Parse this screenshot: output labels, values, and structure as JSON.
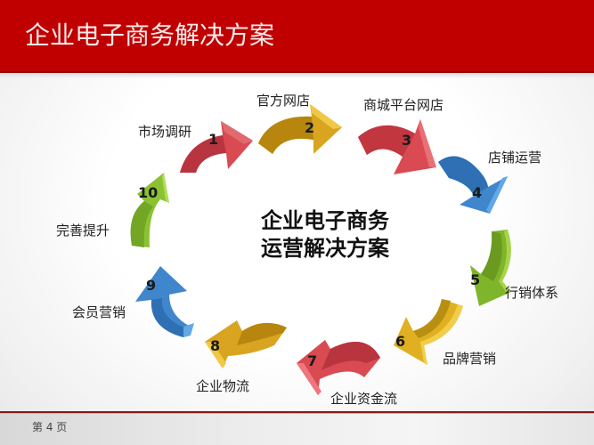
{
  "header": {
    "title": "企业电子商务解决方案"
  },
  "center": {
    "line1": "企业电子商务",
    "line2": "运营解决方案"
  },
  "steps": [
    {
      "number": "1",
      "label": "市场调研",
      "color": "#d9434e"
    },
    {
      "number": "2",
      "label": "官方网店",
      "color": "#d9a520"
    },
    {
      "number": "3",
      "label": "商城平台网店",
      "color": "#d9434e"
    },
    {
      "number": "4",
      "label": "店铺运营",
      "color": "#3f86cc"
    },
    {
      "number": "5",
      "label": "行销体系",
      "color": "#7fb52a"
    },
    {
      "number": "6",
      "label": "品牌营销",
      "color": "#e0b021"
    },
    {
      "number": "7",
      "label": "企业资金流",
      "color": "#d9434e"
    },
    {
      "number": "8",
      "label": "企业物流",
      "color": "#d9a520"
    },
    {
      "number": "9",
      "label": "会员营销",
      "color": "#3f86cc"
    },
    {
      "number": "10",
      "label": "完善提升",
      "color": "#8bc232"
    }
  ],
  "footer": {
    "page": "第 4 页"
  },
  "colors": {
    "header_bg": "#c00000",
    "red": "#d9434e",
    "gold": "#d9a520",
    "blue": "#3f86cc",
    "green": "#7fb52a"
  }
}
